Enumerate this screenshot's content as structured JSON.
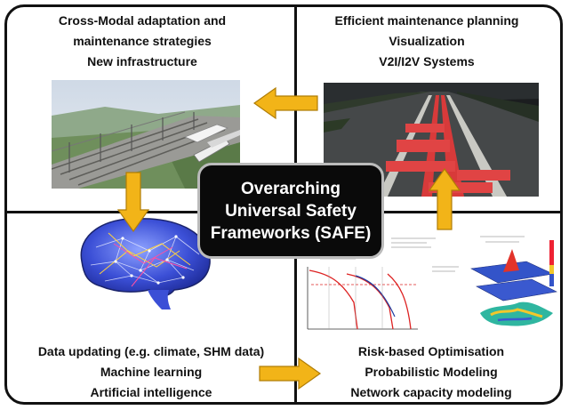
{
  "center": {
    "lines": [
      "Overarching",
      "Universal Safety",
      "Frameworks (SAFE)"
    ]
  },
  "quadrants": {
    "top_left": {
      "lines": [
        "Cross-Modal adaptation and",
        "maintenance strategies",
        "New infrastructure"
      ]
    },
    "top_right": {
      "lines": [
        "Efficient maintenance planning",
        "Visualization",
        "V2I/I2V Systems"
      ]
    },
    "bottom_left": {
      "lines": [
        "Data updating (e.g. climate, SHM data)",
        "Machine learning",
        "Artificial intelligence"
      ]
    },
    "bottom_right": {
      "lines": [
        "Risk-based Optimisation",
        "Probabilistic Modeling",
        "Network capacity modeling"
      ]
    }
  },
  "images": {
    "top_left": "railway-bridge-photo",
    "top_right": "road-lane-marking-photo",
    "bottom_left": "neural-network-brain-image",
    "bottom_right": "risk-plots-image"
  },
  "colors": {
    "arrow": "#f2b418",
    "arrow_outline": "#b07d06",
    "border": "#111111",
    "center_bg": "#0a0a0a"
  }
}
